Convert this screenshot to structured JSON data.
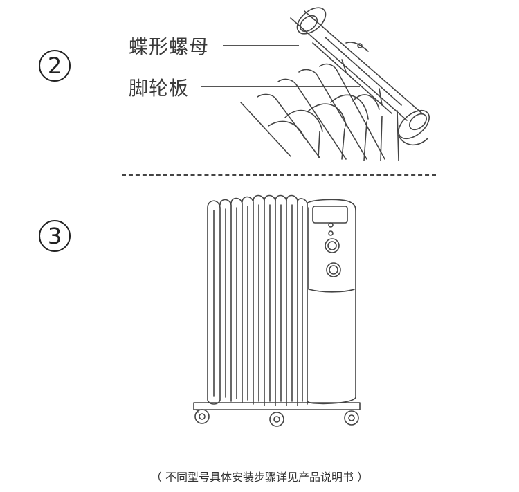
{
  "steps": {
    "step2": {
      "number": "2"
    },
    "step3": {
      "number": "3"
    }
  },
  "labels": {
    "butterfly_nut": "蝶形螺母",
    "caster_plate": "脚轮板"
  },
  "caption": "（ 不同型号具体安装步骤详见产品说明书 ）",
  "colors": {
    "line": "#444444",
    "text": "#333333",
    "background": "#ffffff"
  }
}
